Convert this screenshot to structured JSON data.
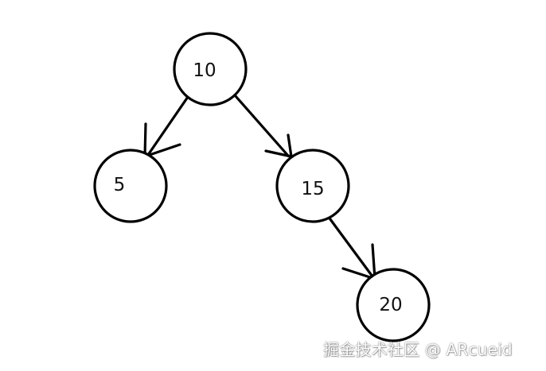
{
  "diagram": {
    "nodes": [
      {
        "id": "n10",
        "label": "10"
      },
      {
        "id": "n5",
        "label": "5"
      },
      {
        "id": "n15",
        "label": "15"
      },
      {
        "id": "n20",
        "label": "20"
      }
    ],
    "edges": [
      {
        "from": "n10",
        "to": "n5"
      },
      {
        "from": "n10",
        "to": "n15"
      },
      {
        "from": "n15",
        "to": "n20"
      }
    ]
  },
  "watermark": {
    "text": "掘金技术社区 @ ARcueid"
  }
}
